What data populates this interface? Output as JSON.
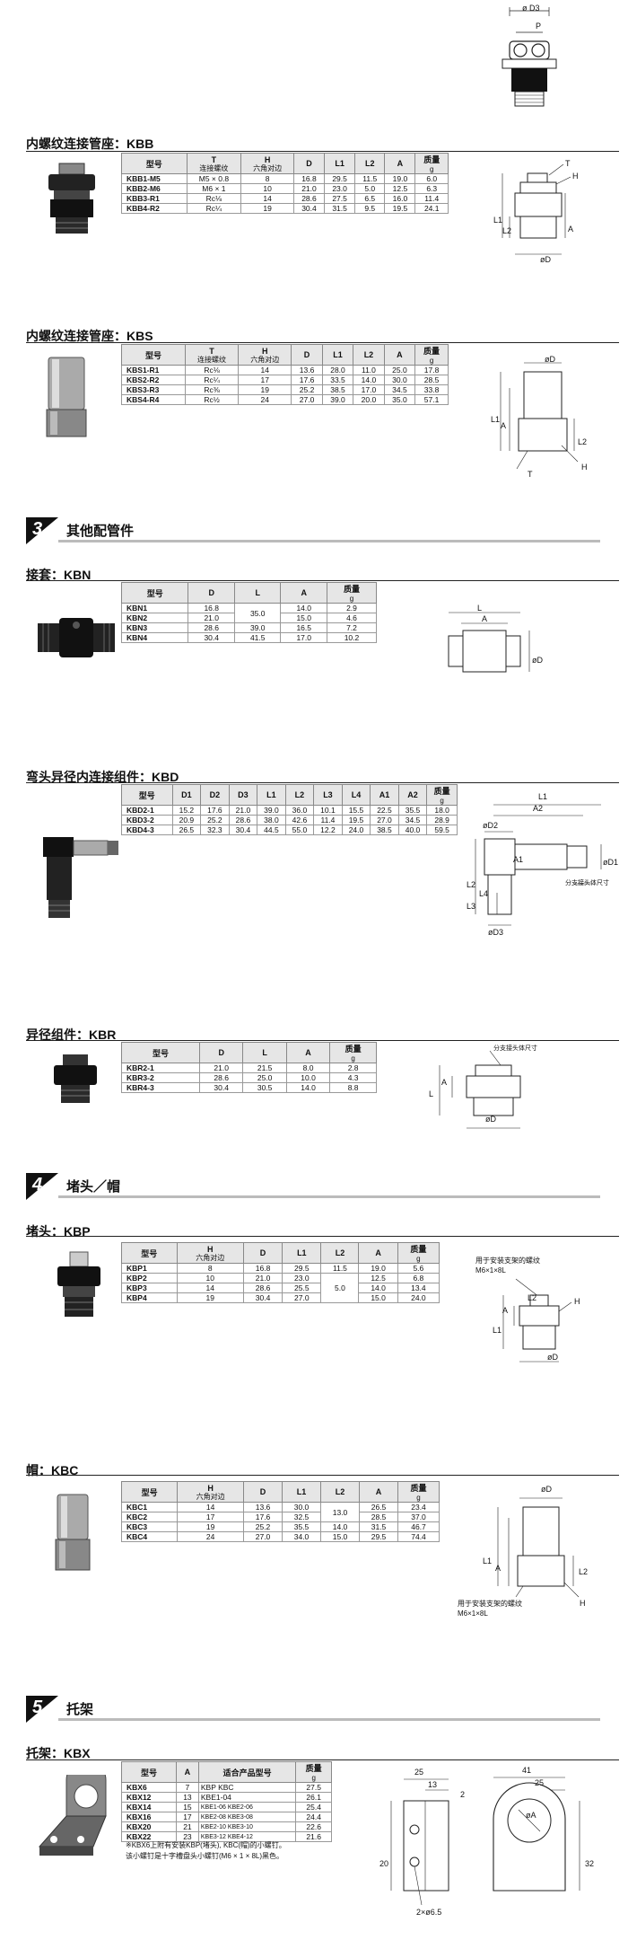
{
  "top_drawing": {
    "d3": "ø D3",
    "p": "P"
  },
  "kbb": {
    "title_prefix": "内螺纹连接管座：",
    "title_code": "KBB",
    "headers": [
      {
        "main": "型号",
        "sub": ""
      },
      {
        "main": "T",
        "sub": "连接螺纹"
      },
      {
        "main": "H",
        "sub": "六角对边"
      },
      {
        "main": "D",
        "sub": ""
      },
      {
        "main": "L1",
        "sub": ""
      },
      {
        "main": "L2",
        "sub": ""
      },
      {
        "main": "A",
        "sub": ""
      },
      {
        "main": "质量",
        "sub": "g"
      }
    ],
    "rows": [
      [
        "KBB1-M5",
        "M5 × 0.8",
        "8",
        "16.8",
        "29.5",
        "11.5",
        "19.0",
        "6.0"
      ],
      [
        "KBB2-M6",
        "M6 × 1",
        "10",
        "21.0",
        "23.0",
        "5.0",
        "12.5",
        "6.3"
      ],
      [
        "KBB3-R1",
        "Rc⅛",
        "14",
        "28.6",
        "27.5",
        "6.5",
        "16.0",
        "11.4"
      ],
      [
        "KBB4-R2",
        "Rc¼",
        "19",
        "30.4",
        "31.5",
        "9.5",
        "19.5",
        "24.1"
      ]
    ],
    "dims": {
      "t": "T",
      "h": "H",
      "l1": "L1",
      "l2": "L2",
      "a": "A",
      "d": "øD"
    }
  },
  "kbs": {
    "title_prefix": "内螺纹连接管座：",
    "title_code": "KBS",
    "headers": [
      {
        "main": "型号",
        "sub": ""
      },
      {
        "main": "T",
        "sub": "连接螺纹"
      },
      {
        "main": "H",
        "sub": "六角对边"
      },
      {
        "main": "D",
        "sub": ""
      },
      {
        "main": "L1",
        "sub": ""
      },
      {
        "main": "L2",
        "sub": ""
      },
      {
        "main": "A",
        "sub": ""
      },
      {
        "main": "质量",
        "sub": "g"
      }
    ],
    "rows": [
      [
        "KBS1-R1",
        "Rc⅛",
        "14",
        "13.6",
        "28.0",
        "11.0",
        "25.0",
        "17.8"
      ],
      [
        "KBS2-R2",
        "Rc¼",
        "17",
        "17.6",
        "33.5",
        "14.0",
        "30.0",
        "28.5"
      ],
      [
        "KBS3-R3",
        "Rc⅜",
        "19",
        "25.2",
        "38.5",
        "17.0",
        "34.5",
        "33.8"
      ],
      [
        "KBS4-R4",
        "Rc½",
        "24",
        "27.0",
        "39.0",
        "20.0",
        "35.0",
        "57.1"
      ]
    ],
    "dims": {
      "d": "øD",
      "l1": "L1",
      "a": "A",
      "l2": "L2",
      "t": "T",
      "h": "H"
    }
  },
  "band3": {
    "num": "3",
    "label": "其他配管件"
  },
  "kbn": {
    "title_prefix": "接套：",
    "title_code": "KBN",
    "headers": [
      {
        "main": "型号",
        "sub": ""
      },
      {
        "main": "D",
        "sub": ""
      },
      {
        "main": "L",
        "sub": ""
      },
      {
        "main": "A",
        "sub": ""
      },
      {
        "main": "质量",
        "sub": "g"
      }
    ],
    "rows": [
      [
        "KBN1",
        "16.8",
        "35.0",
        "14.0",
        "2.9"
      ],
      [
        "KBN2",
        "21.0",
        "",
        "15.0",
        "4.6"
      ],
      [
        "KBN3",
        "28.6",
        "39.0",
        "16.5",
        "7.2"
      ],
      [
        "KBN4",
        "30.4",
        "41.5",
        "17.0",
        "10.2"
      ]
    ],
    "dims": {
      "l": "L",
      "a": "A",
      "d": "øD"
    }
  },
  "kbd": {
    "title_prefix": "弯头异径内连接组件：",
    "title_code": "KBD",
    "headers": [
      {
        "main": "型号",
        "sub": ""
      },
      {
        "main": "D1",
        "sub": ""
      },
      {
        "main": "D2",
        "sub": ""
      },
      {
        "main": "D3",
        "sub": ""
      },
      {
        "main": "L1",
        "sub": ""
      },
      {
        "main": "L2",
        "sub": ""
      },
      {
        "main": "L3",
        "sub": ""
      },
      {
        "main": "L4",
        "sub": ""
      },
      {
        "main": "A1",
        "sub": ""
      },
      {
        "main": "A2",
        "sub": ""
      },
      {
        "main": "质量",
        "sub": "g"
      }
    ],
    "rows": [
      [
        "KBD2-1",
        "15.2",
        "17.6",
        "21.0",
        "39.0",
        "36.0",
        "10.1",
        "15.5",
        "22.5",
        "35.5",
        "18.0"
      ],
      [
        "KBD3-2",
        "20.9",
        "25.2",
        "28.6",
        "38.0",
        "42.6",
        "11.4",
        "19.5",
        "27.0",
        "34.5",
        "28.9"
      ],
      [
        "KBD4-3",
        "26.5",
        "32.3",
        "30.4",
        "44.5",
        "55.0",
        "12.2",
        "24.0",
        "38.5",
        "40.0",
        "59.5"
      ]
    ],
    "dims": {
      "l1": "L1",
      "a2": "A2",
      "d2": "øD2",
      "a1": "A1",
      "d1": "øD1",
      "l2": "L2",
      "l4": "L4",
      "l3": "L3",
      "d3": "øD3",
      "note": "分支接头体尺寸"
    }
  },
  "kbr": {
    "title_prefix": "异径组件：",
    "title_code": "KBR",
    "headers": [
      {
        "main": "型号",
        "sub": ""
      },
      {
        "main": "D",
        "sub": ""
      },
      {
        "main": "L",
        "sub": ""
      },
      {
        "main": "A",
        "sub": ""
      },
      {
        "main": "质量",
        "sub": "g"
      }
    ],
    "rows": [
      [
        "KBR2-1",
        "21.0",
        "21.5",
        "8.0",
        "2.8"
      ],
      [
        "KBR3-2",
        "28.6",
        "25.0",
        "10.0",
        "4.3"
      ],
      [
        "KBR4-3",
        "30.4",
        "30.5",
        "14.0",
        "8.8"
      ]
    ],
    "dims": {
      "note": "分支接头体尺寸",
      "a": "A",
      "l": "L",
      "d": "øD"
    }
  },
  "band4": {
    "num": "4",
    "label": "堵头／帽"
  },
  "kbp": {
    "title_prefix": "堵头：",
    "title_code": "KBP",
    "headers": [
      {
        "main": "型号",
        "sub": ""
      },
      {
        "main": "H",
        "sub": "六角对边"
      },
      {
        "main": "D",
        "sub": ""
      },
      {
        "main": "L1",
        "sub": ""
      },
      {
        "main": "L2",
        "sub": ""
      },
      {
        "main": "A",
        "sub": ""
      },
      {
        "main": "质量",
        "sub": "g"
      }
    ],
    "rows": [
      [
        "KBP1",
        "8",
        "16.8",
        "29.5",
        "11.5",
        "19.0",
        "5.6"
      ],
      [
        "KBP2",
        "10",
        "21.0",
        "23.0",
        "",
        "12.5",
        "6.8"
      ],
      [
        "KBP3",
        "14",
        "28.6",
        "25.5",
        "5.0",
        "14.0",
        "13.4"
      ],
      [
        "KBP4",
        "19",
        "30.4",
        "27.0",
        "",
        "15.0",
        "24.0"
      ]
    ],
    "dims": {
      "note": "用于安装支架的螺纹",
      "screw": "M6×1×8L",
      "l2": "L2",
      "a": "A",
      "l1": "L1",
      "d": "øD",
      "h": "H"
    }
  },
  "kbc": {
    "title_prefix": "帽：",
    "title_code": "KBC",
    "headers": [
      {
        "main": "型号",
        "sub": ""
      },
      {
        "main": "H",
        "sub": "六角对边"
      },
      {
        "main": "D",
        "sub": ""
      },
      {
        "main": "L1",
        "sub": ""
      },
      {
        "main": "L2",
        "sub": ""
      },
      {
        "main": "A",
        "sub": ""
      },
      {
        "main": "质量",
        "sub": "g"
      }
    ],
    "rows": [
      [
        "KBC1",
        "14",
        "13.6",
        "30.0",
        "",
        "26.5",
        "23.4"
      ],
      [
        "KBC2",
        "17",
        "17.6",
        "32.5",
        "13.0",
        "28.5",
        "37.0"
      ],
      [
        "KBC3",
        "19",
        "25.2",
        "35.5",
        "14.0",
        "31.5",
        "46.7"
      ],
      [
        "KBC4",
        "24",
        "27.0",
        "34.0",
        "15.0",
        "29.5",
        "74.4"
      ]
    ],
    "dims": {
      "d": "øD",
      "l1": "L1",
      "a": "A",
      "l2": "L2",
      "note": "用于安装支架的螺纹",
      "screw": "M6×1×8L",
      "h": "H"
    }
  },
  "band5": {
    "num": "5",
    "label": "托架"
  },
  "kbx": {
    "title_prefix": "托架：",
    "title_code": "KBX",
    "headers": [
      {
        "main": "型号",
        "sub": ""
      },
      {
        "main": "A",
        "sub": ""
      },
      {
        "main": "适合产品型号",
        "sub": ""
      },
      {
        "main": "质量",
        "sub": "g"
      }
    ],
    "rows": [
      [
        "KBX6",
        "7",
        "KBP KBC",
        "27.5"
      ],
      [
        "KBX12",
        "13",
        "KBE1-04",
        "26.1"
      ],
      [
        "KBX14",
        "15",
        "KBE1-06 KBE2-06",
        "25.4"
      ],
      [
        "KBX16",
        "17",
        "KBE2-08 KBE3-08",
        "24.4"
      ],
      [
        "KBX20",
        "21",
        "KBE2-10 KBE3-10",
        "22.6"
      ],
      [
        "KBX22",
        "23",
        "KBE3-12 KBE4-12",
        "21.6"
      ]
    ],
    "notes": [
      "※KBX6上附有安装KBP(堵头), KBC(帽)的小螺钉。",
      "该小螺钉是十字槽盘头小螺钉(M6 × 1 × 8L)黑色。"
    ],
    "dims": {
      "d25a": "25",
      "d13": "13",
      "d2": "2",
      "d20": "20",
      "holes": "2×ø6.5",
      "d41": "41",
      "d25b": "25",
      "d32": "32",
      "ra": "øA"
    }
  }
}
